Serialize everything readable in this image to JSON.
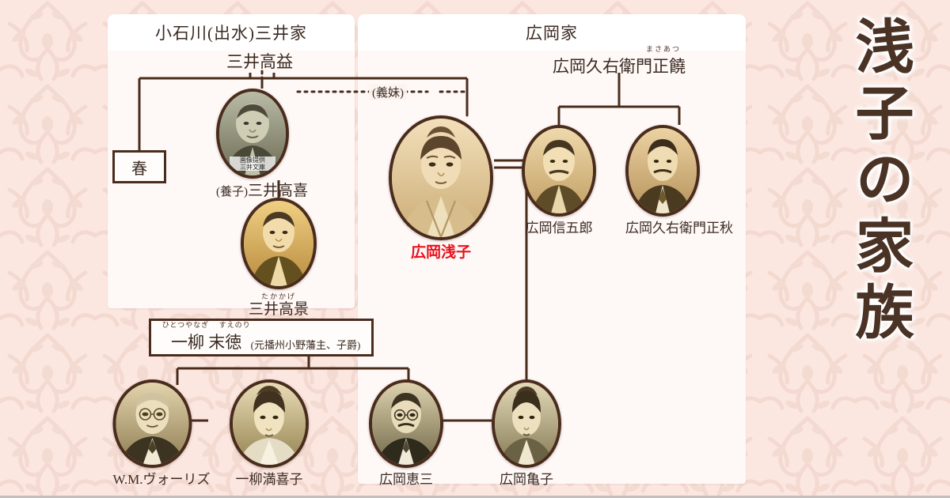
{
  "page": {
    "title_vertical": "浅子の家族",
    "background_color": "#fbe7e0",
    "line_color": "#4a2c1d",
    "highlight_color": "#e8111c"
  },
  "panels": [
    {
      "id": "mitsui",
      "title": "小石川(出水)三井家"
    },
    {
      "id": "hirooka",
      "title": "広岡家"
    }
  ],
  "nodes": {
    "mitsui_takamasu": {
      "name": "三井高益",
      "ruby": ""
    },
    "haru": {
      "name": "春"
    },
    "mitsui_takayoshi": {
      "prefix": "(養子)",
      "name": "三井高喜",
      "credit_line1": "画像提供",
      "credit_line2": "三井文庫"
    },
    "mitsui_takakage": {
      "name": "三井高景",
      "ruby": "たかかげ"
    },
    "hirooka_kyuuemon_masaatsu": {
      "name": "広岡久右衛門正饒",
      "ruby": "まさあつ"
    },
    "hirooka_asako": {
      "name": "広岡浅子",
      "highlight": true
    },
    "hirooka_shingoro": {
      "name": "広岡信五郎"
    },
    "hirooka_kyuuemon_masaaki": {
      "name": "広岡久右衛門正秋"
    },
    "hitotsuyanagi_suenori": {
      "name": "一柳 末徳",
      "ruby_family": "ひとつやなぎ",
      "ruby_given": "すえのり",
      "suffix": "(元播州小野藩主、子爵)"
    },
    "vories": {
      "name": "W.M.ヴォーリズ"
    },
    "hitotsuyanagi_makiko": {
      "name": "一柳満喜子"
    },
    "hirooka_keizo": {
      "name": "広岡恵三"
    },
    "hirooka_kameko": {
      "name": "広岡亀子"
    }
  },
  "relations": {
    "gimai_label": "(義妹)"
  }
}
